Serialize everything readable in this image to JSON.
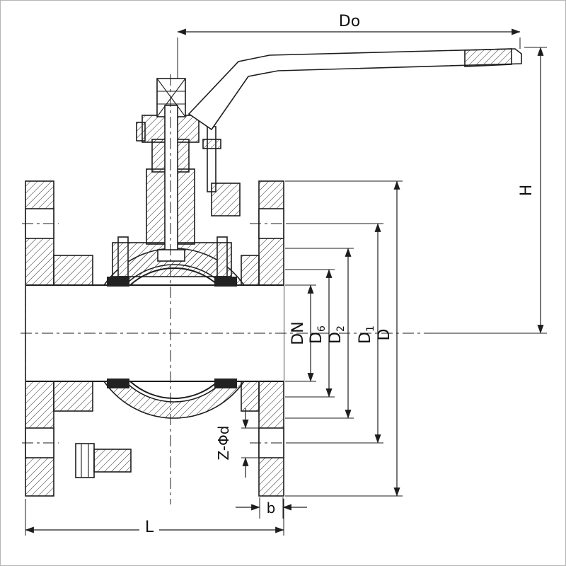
{
  "page": {
    "background": "#ffffff",
    "ink": "#1d1d1d"
  },
  "drawing": {
    "title": "flanged-ball-valve-section",
    "labels": {
      "do": "Do",
      "h": "H",
      "dn": "DN",
      "d6_base": "D",
      "d6_sub": "6",
      "d2_base": "D",
      "d2_sub": "2",
      "d1_base": "D",
      "d1_sub": "1",
      "d": "D",
      "z_phi_d": "Z-Φd",
      "b": "b",
      "l": "L"
    }
  }
}
